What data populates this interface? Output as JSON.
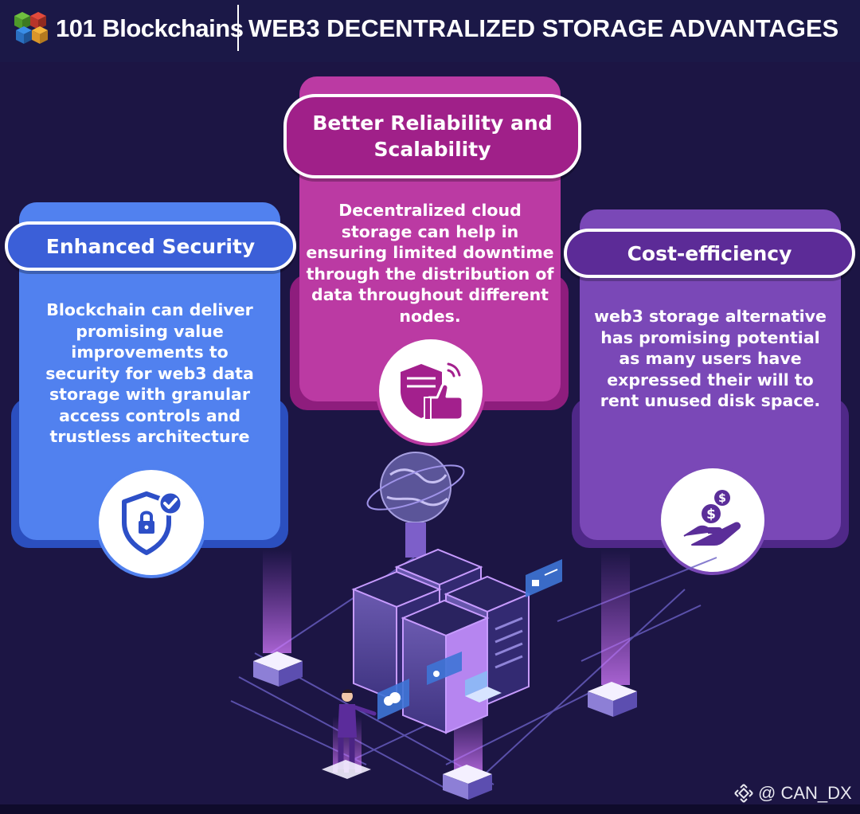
{
  "header": {
    "brand": "101 Blockchains",
    "title": "WEB3 DECENTRALIZED STORAGE ADVANTAGES"
  },
  "cards": [
    {
      "title": "Enhanced Security",
      "text": "Blockchain can deliver promising value improvements to security for web3 data storage with granular access controls and trustless architecture",
      "icon": "shield-lock-check-icon"
    },
    {
      "title": "Better Reliability and Scalability",
      "text": "Decentralized cloud storage can help in ensuring limited downtime through the distribution of data throughout different nodes.",
      "icon": "shield-thumbs-up-icon"
    },
    {
      "title": "Cost-efficiency",
      "text": "web3 storage alternative has promising potential as many users have expressed their will to rent unused disk space.",
      "icon": "hand-coins-icon"
    }
  ],
  "watermark": "@ CAN_DX",
  "colors": {
    "background": "#1c1544",
    "security": "#4f7ef0",
    "reliability": "#b9369f",
    "cost": "#7a47b8"
  }
}
